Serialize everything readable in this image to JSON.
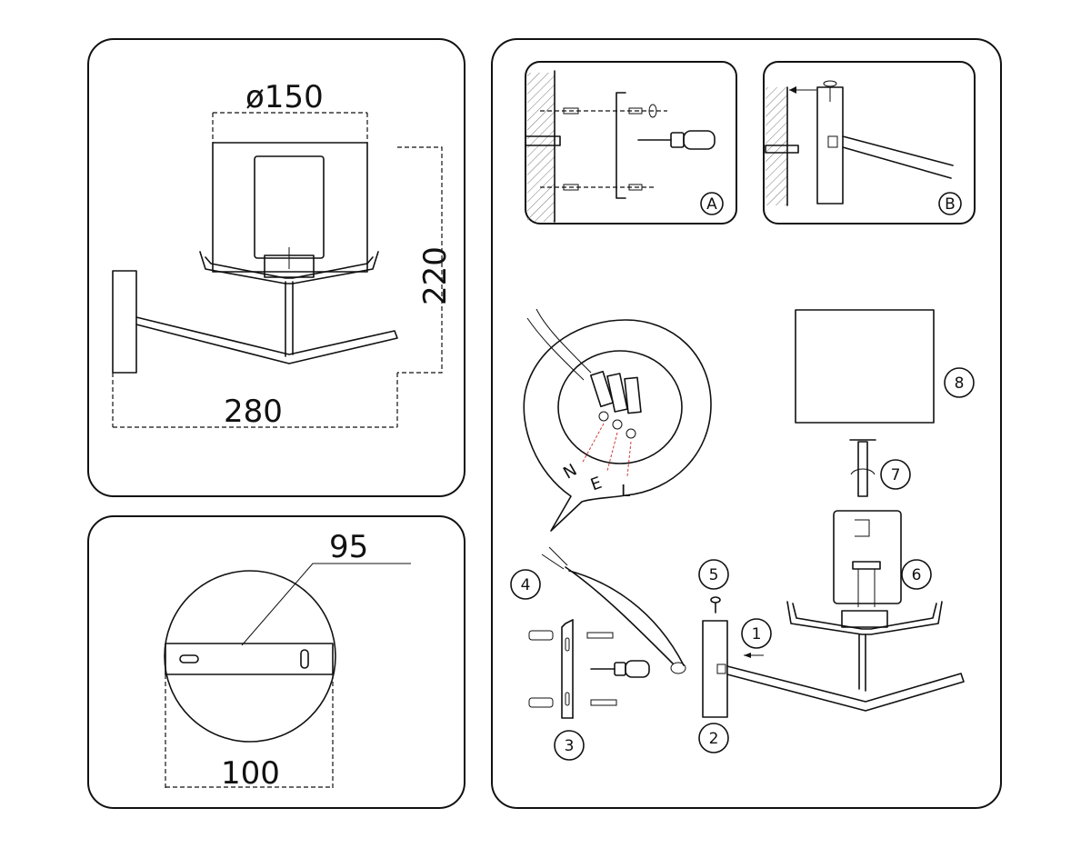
{
  "dimensions": {
    "shade_diameter": "ø150",
    "height": "220",
    "width": "280",
    "plate_width": "100",
    "bracket_length": "95"
  },
  "detail_labels": {
    "a": "A",
    "b": "B"
  },
  "wire_labels": {
    "neutral": "N",
    "earth": "E",
    "live": "L"
  },
  "steps": [
    "1",
    "2",
    "3",
    "4",
    "5",
    "6",
    "7",
    "8"
  ]
}
